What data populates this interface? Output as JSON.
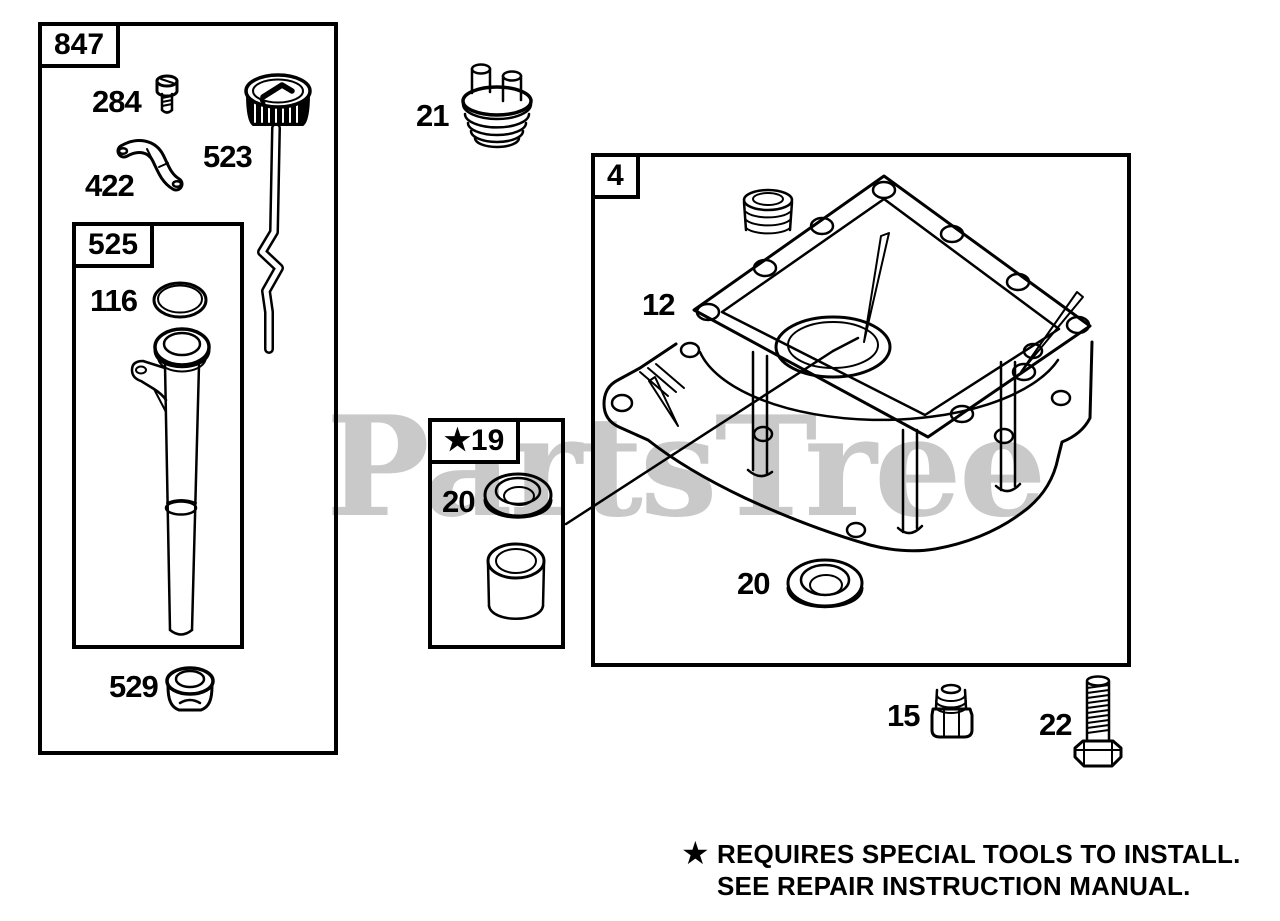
{
  "colors": {
    "ink": "#000000",
    "paper": "#ffffff",
    "watermark": "#c9c9c9"
  },
  "watermark_text": "PartsTree",
  "boxes": {
    "b847": "847",
    "b525": "525",
    "b4": "4",
    "b19": "★19"
  },
  "labels": {
    "p284": "284",
    "p422": "422",
    "p523": "523",
    "p116": "116",
    "p529": "529",
    "p21": "21",
    "p12": "12",
    "p20_inset": "20",
    "p20_main": "20",
    "p15": "15",
    "p22": "22"
  },
  "footnote": {
    "star": "★",
    "line1": "REQUIRES SPECIAL TOOLS TO INSTALL.",
    "line2": "SEE REPAIR INSTRUCTION MANUAL."
  }
}
